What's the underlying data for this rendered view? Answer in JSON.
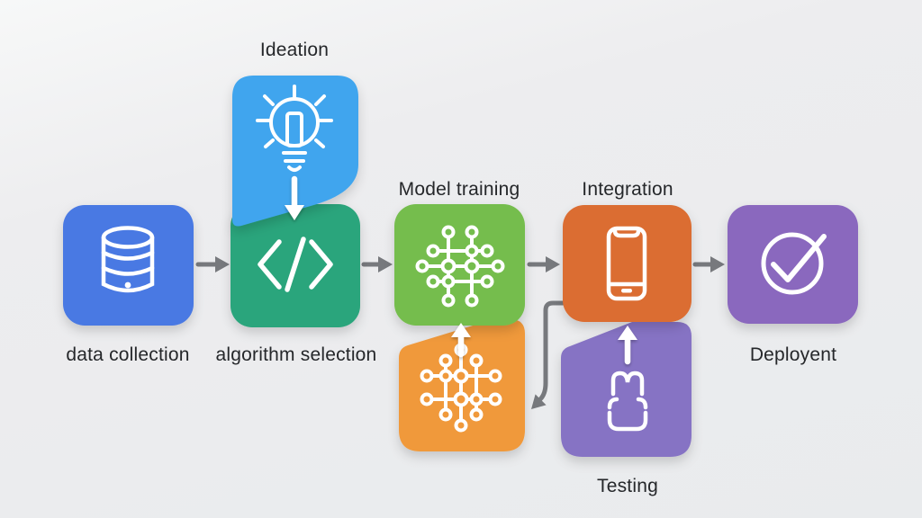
{
  "diagram": {
    "background_color": "#ECEDEF",
    "arrow_color": "#77797D",
    "icon_stroke_color": "#FFFFFF",
    "label_color": "#25272A",
    "stages": [
      {
        "id": "data_collection",
        "label": "data collection",
        "icon": "database-icon",
        "color": "#4A79E3"
      },
      {
        "id": "ideation",
        "label": "Ideation",
        "icon": "lightbulb-icon",
        "color": "#3FA5EE"
      },
      {
        "id": "algorithm_selection",
        "label": "algorithm selection",
        "icon": "code-brackets-icon",
        "color": "#2BA57B"
      },
      {
        "id": "model_training",
        "label": "Model training",
        "icon": "network-nodes-icon",
        "color": "#74BD4D"
      },
      {
        "id": "retraining",
        "label": "",
        "icon": "network-nodes-vertical-icon",
        "color": "#F0993B"
      },
      {
        "id": "integration",
        "label": "Integration",
        "icon": "smartphone-icon",
        "color": "#DB6D33"
      },
      {
        "id": "testing",
        "label": "Testing",
        "icon": "test-vessel-icon",
        "color": "#8673C4"
      },
      {
        "id": "deployment",
        "label": "Deployent",
        "icon": "check-circle-icon",
        "color": "#8A68BE"
      }
    ],
    "connections": [
      {
        "from": "data_collection",
        "to": "algorithm_selection",
        "type": "gray-arrow"
      },
      {
        "from": "ideation",
        "to": "algorithm_selection",
        "type": "white-arrow"
      },
      {
        "from": "algorithm_selection",
        "to": "model_training",
        "type": "gray-arrow"
      },
      {
        "from": "retraining",
        "to": "model_training",
        "type": "white-arrow"
      },
      {
        "from": "model_training",
        "to": "integration",
        "type": "gray-arrow"
      },
      {
        "from": "testing",
        "to": "integration",
        "type": "white-arrow"
      },
      {
        "from": "integration",
        "to": "retraining",
        "type": "gray-arrow-feedback"
      },
      {
        "from": "integration",
        "to": "deployment",
        "type": "gray-arrow"
      }
    ]
  }
}
